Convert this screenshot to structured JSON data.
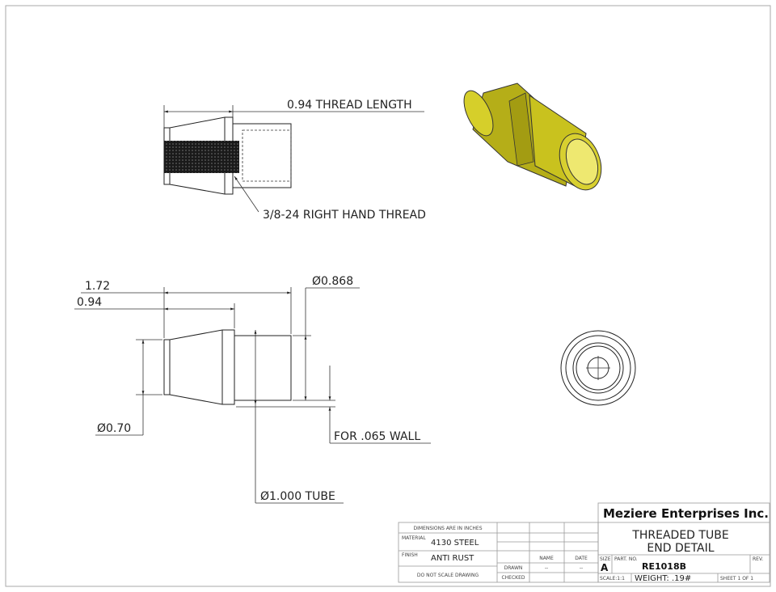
{
  "drawing": {
    "thread_length": "0.94 THREAD LENGTH",
    "thread_spec": "3/8-24 RIGHT HAND THREAD",
    "dim_overall": "1.72",
    "dim_cone": "0.94",
    "dim_band": "Ø0.868",
    "dim_front": "Ø0.70",
    "dim_wall": "FOR .065 WALL",
    "dim_tube": "Ø1.000 TUBE",
    "part_color": "#c9c21e"
  },
  "title_block": {
    "company": "Meziere Enterprises Inc.",
    "title_line1": "THREADED TUBE",
    "title_line2": "END DETAIL",
    "units_note": "DIMENSIONS ARE IN INCHES",
    "material_label": "MATERIAL",
    "material": "4130 STEEL",
    "finish_label": "FINISH",
    "finish": "ANTI RUST",
    "no_scale": "DO NOT SCALE DRAWING",
    "name_header": "NAME",
    "date_header": "DATE",
    "drawn_label": "DRAWN",
    "drawn_name": "--",
    "drawn_date": "--",
    "checked_label": "CHECKED",
    "size_label": "SIZE",
    "size": "A",
    "part_no_label": "PART. NO.",
    "part_no": "RE1018B",
    "rev_label": "REV.",
    "scale": "SCALE:1:1",
    "weight": "WEIGHT: .19#",
    "sheet": "SHEET 1 OF 1"
  }
}
